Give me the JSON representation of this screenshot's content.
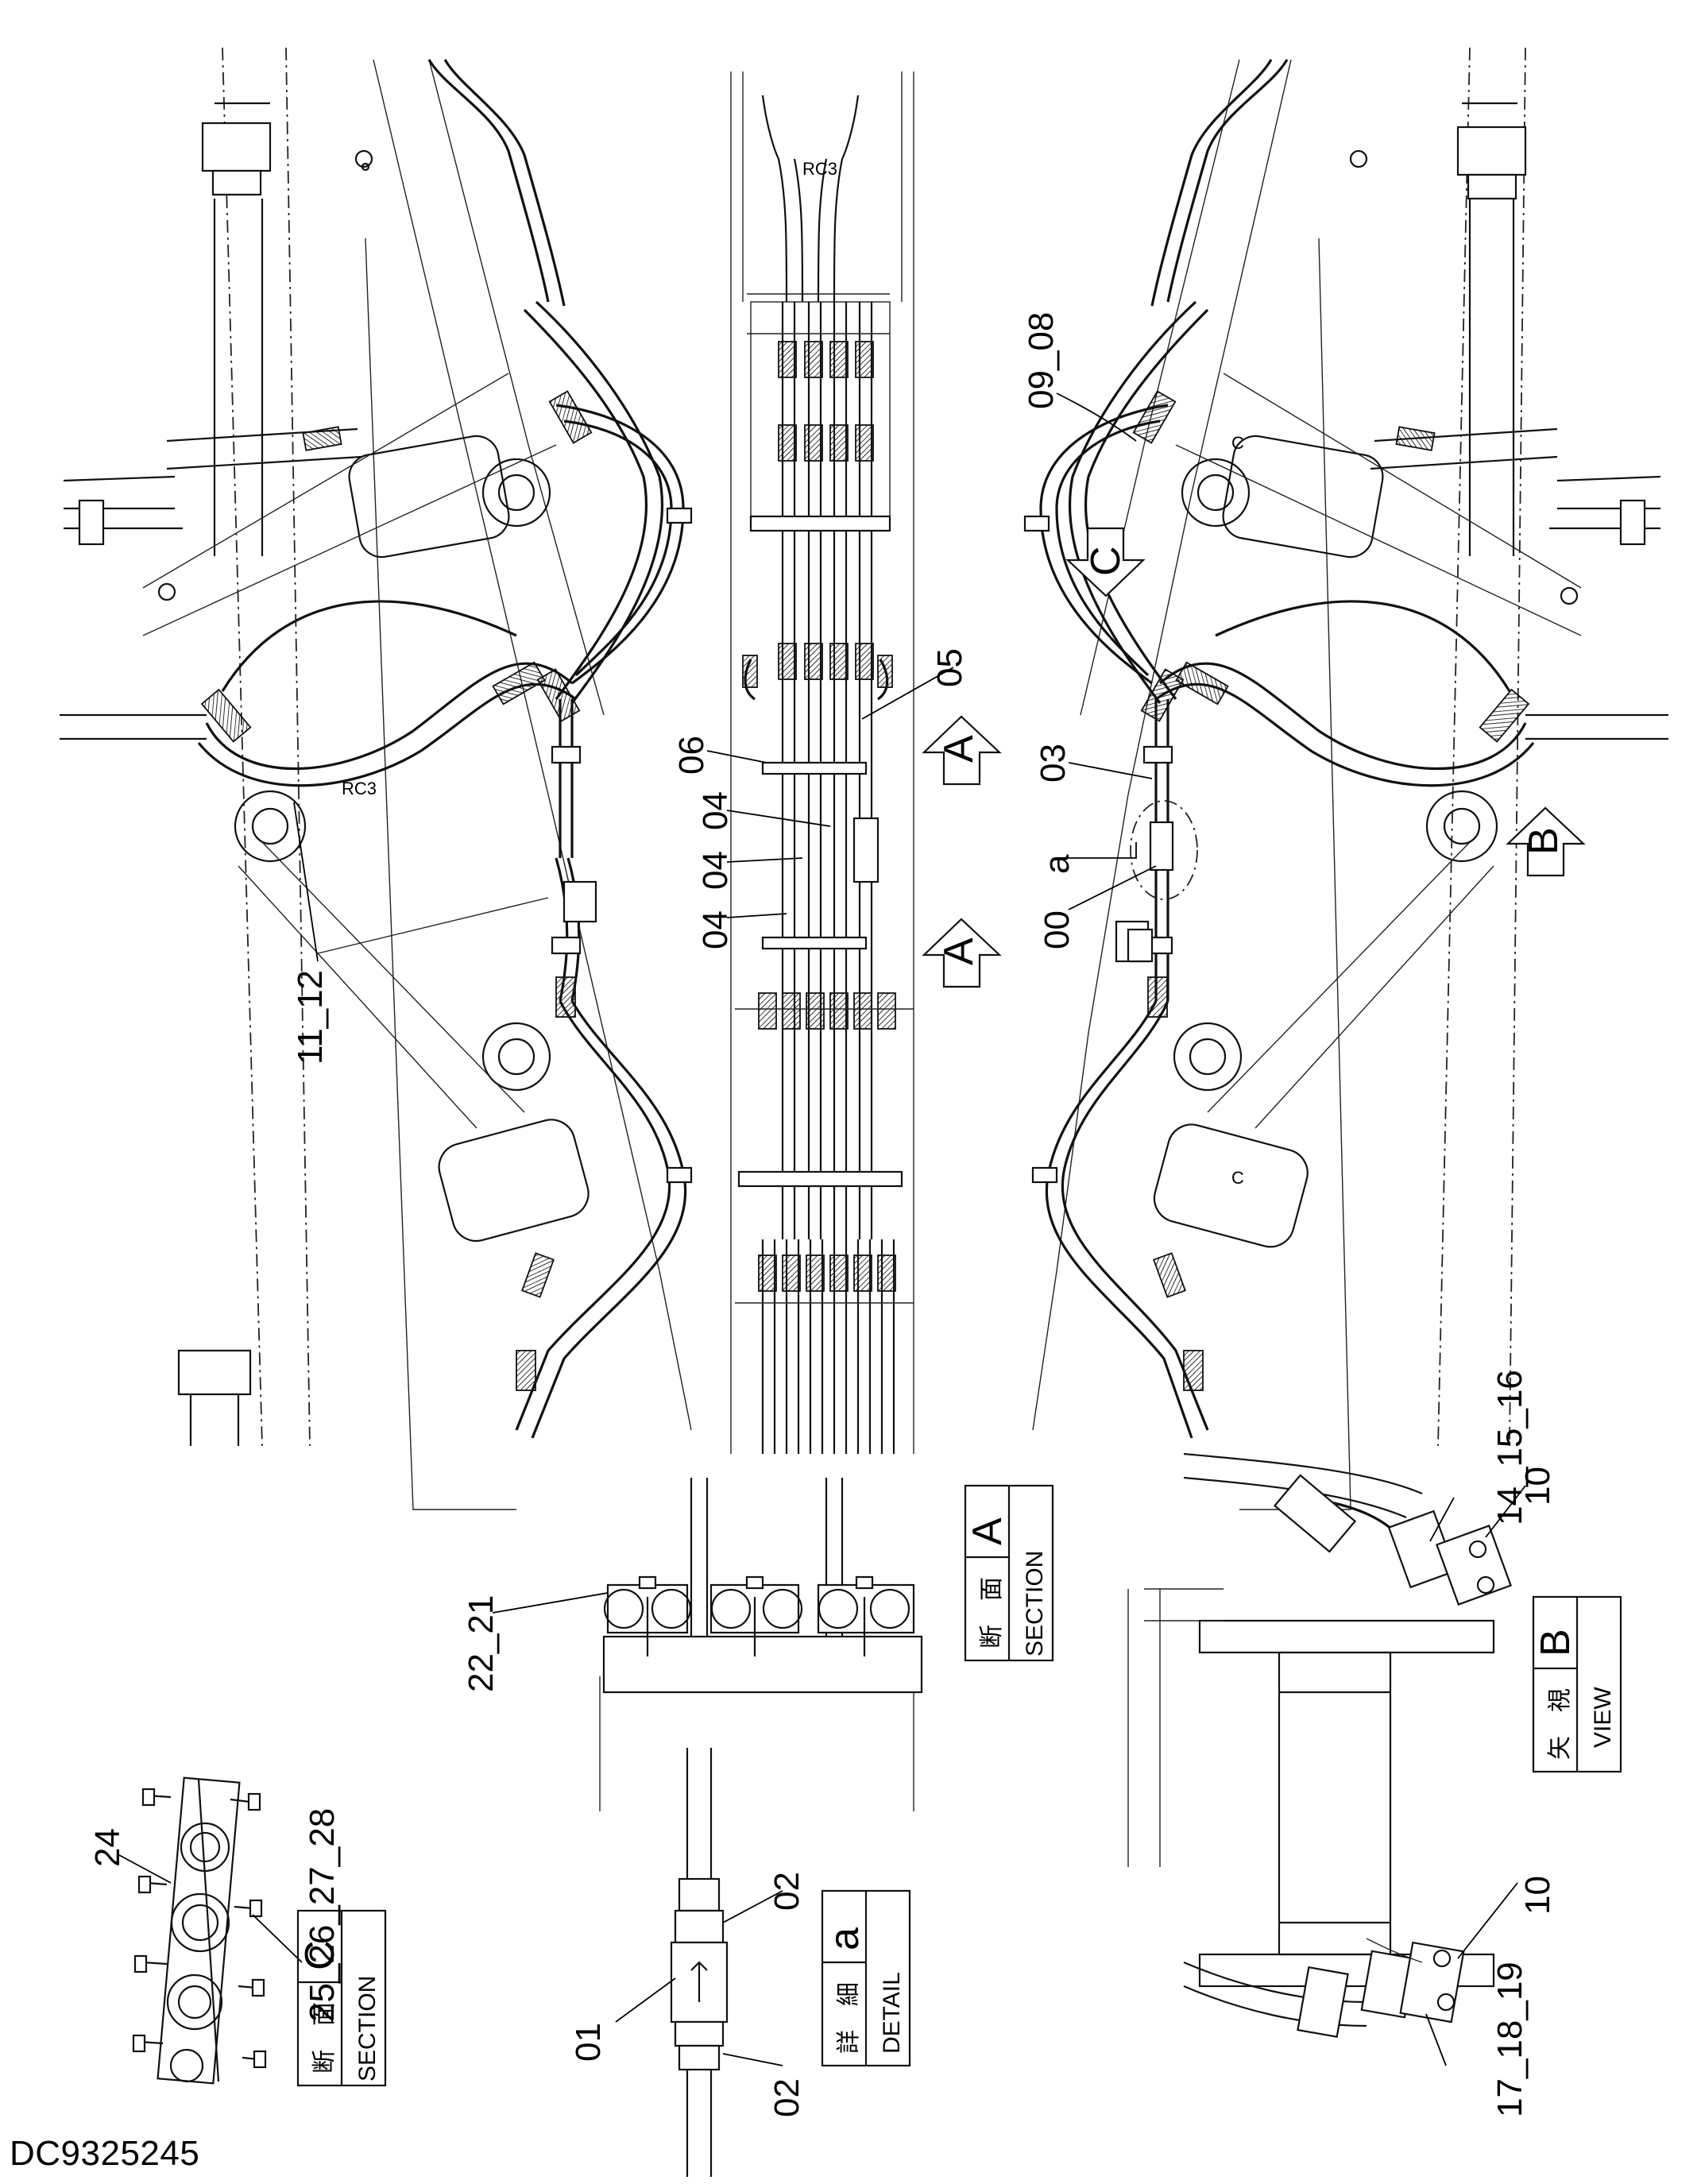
{
  "drawing_number": "DC9325245",
  "callouts": {
    "c0809": "09​_08",
    "c05": "05",
    "c06": "06",
    "c03": "03",
    "c04a": "04",
    "c04b": "04",
    "c04c": "04",
    "c00": "00",
    "ca": "a",
    "c1112": "11_12",
    "c141516": "14_15_16",
    "c10a": "10",
    "c10b": "10",
    "c2221": "22_21",
    "c24": "24",
    "c25_28": "25_26_27_28",
    "c02a": "02",
    "c02b": "02",
    "c01": "01",
    "c171819": "17_18_19"
  },
  "view_arrows": {
    "a1": "A",
    "a2": "A",
    "b": "B",
    "c": "C"
  },
  "mini_label": "RC3",
  "boxes": {
    "section_a": {
      "jp": "断　面",
      "en": "SECTION",
      "letter": "A"
    },
    "view_b": {
      "jp": "矢　視",
      "en": "VIEW",
      "letter": "B"
    },
    "section_c": {
      "jp": "断　面",
      "en": "SECTION",
      "letter": "C"
    },
    "detail_a": {
      "jp": "詳　細",
      "en": "DETAIL",
      "letter": "a"
    }
  }
}
